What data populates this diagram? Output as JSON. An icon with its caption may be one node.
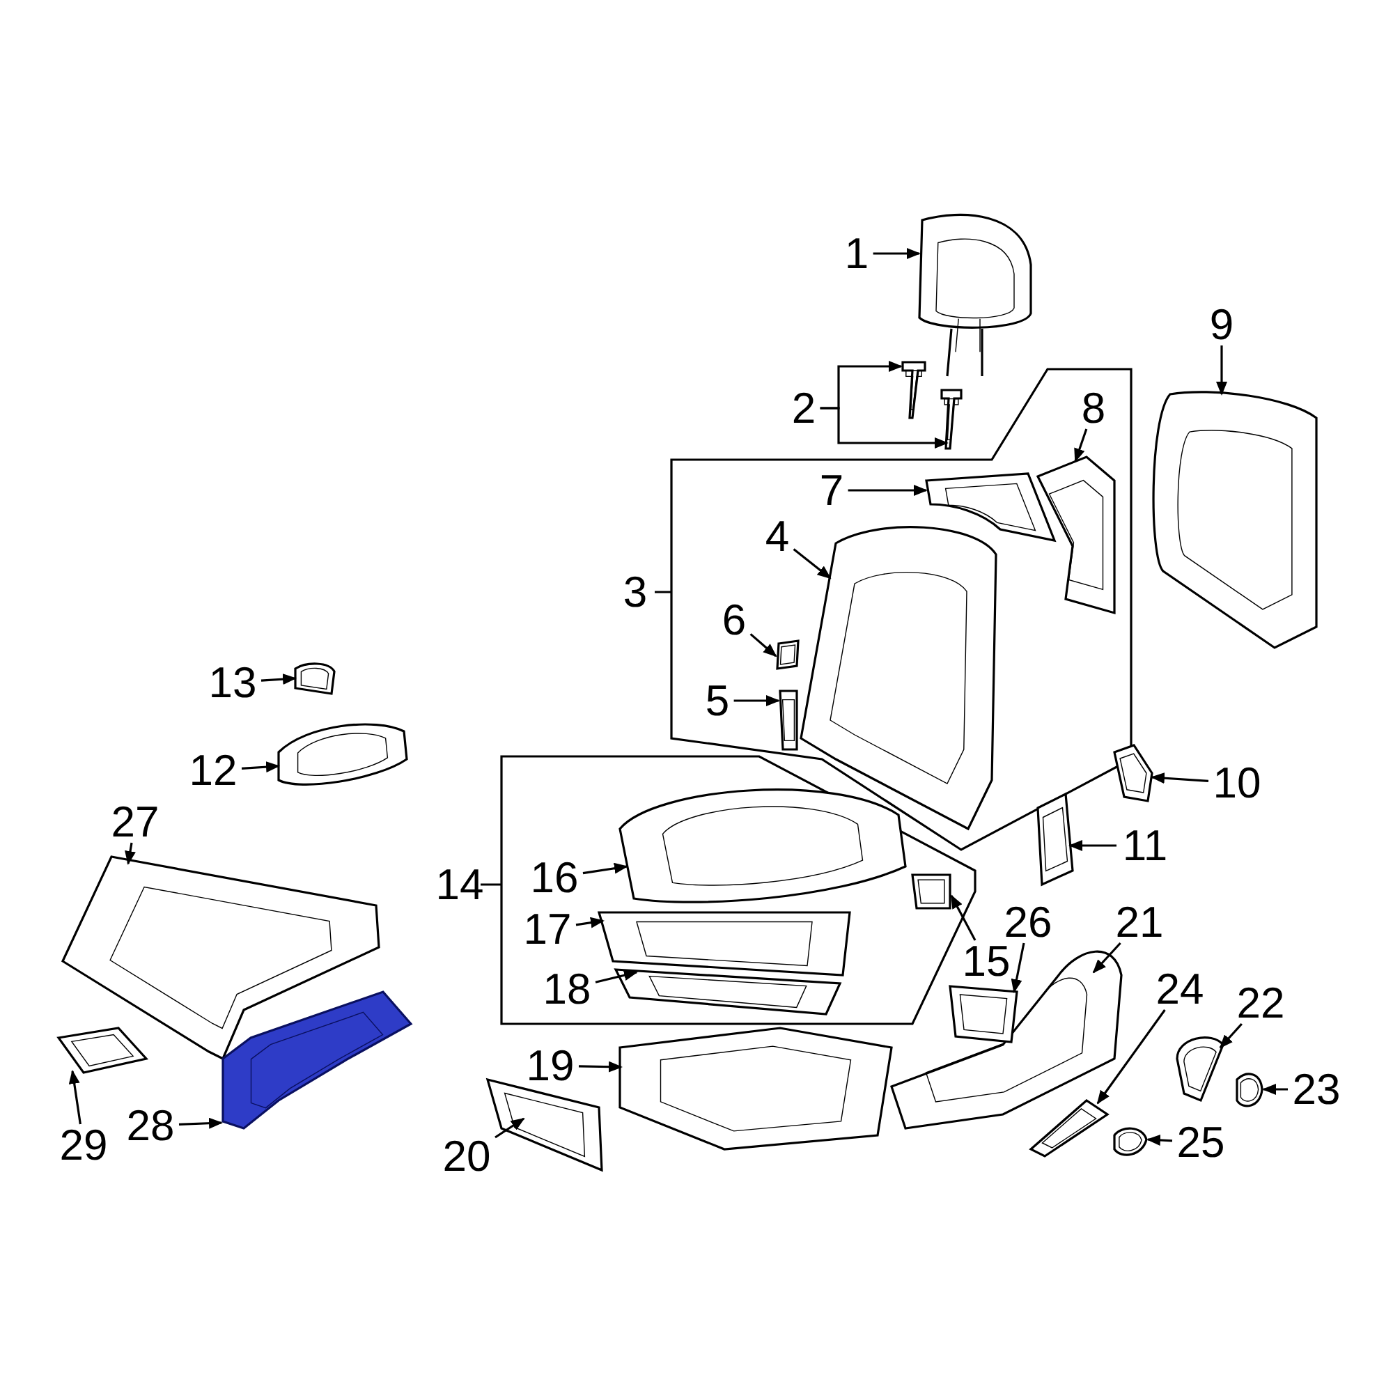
{
  "diagram": {
    "nodes": [
      {
        "text": [
          "1"
        ]
      },
      {
        "text": [
          "2"
        ]
      },
      {
        "text": [
          "3"
        ]
      },
      {
        "text": [
          "4"
        ]
      },
      {
        "text": [
          "5"
        ]
      },
      {
        "text": [
          "6"
        ]
      },
      {
        "text": [
          "7"
        ]
      },
      {
        "text": [
          "8"
        ]
      },
      {
        "text": [
          "9"
        ]
      },
      {
        "text": [
          "10"
        ]
      },
      {
        "text": [
          "11"
        ]
      },
      {
        "text": [
          "12"
        ]
      },
      {
        "text": [
          "13"
        ]
      },
      {
        "text": [
          "14"
        ]
      },
      {
        "text": [
          "15"
        ]
      },
      {
        "text": [
          "16"
        ]
      },
      {
        "text": [
          "17"
        ]
      },
      {
        "text": [
          "18"
        ]
      },
      {
        "text": [
          "19"
        ]
      },
      {
        "text": [
          "20"
        ]
      },
      {
        "text": [
          "21"
        ]
      },
      {
        "text": [
          "22"
        ]
      },
      {
        "text": [
          "23"
        ]
      },
      {
        "text": [
          "24"
        ]
      },
      {
        "text": [
          "25"
        ]
      },
      {
        "text": [
          "26"
        ]
      },
      {
        "text": [
          "27"
        ]
      },
      {
        "text": [
          "28"
        ]
      },
      {
        "text": [
          "29"
        ]
      },
      {
        "text": [],
        "shape": "picture"
      },
      {
        "text": [],
        "shape": "picture"
      },
      {
        "text": [],
        "shape": "picture"
      },
      {
        "text": [],
        "shape": "picture"
      },
      {
        "text": [],
        "shape": "picture"
      },
      {
        "text": [],
        "shape": "picture"
      },
      {
        "text": [],
        "shape": "picture"
      },
      {
        "text": [],
        "shape": "picture"
      },
      {
        "text": [],
        "shape": "picture"
      },
      {
        "text": [],
        "shape": "picture"
      },
      {
        "text": [],
        "shape": "picture"
      },
      {
        "text": [],
        "shape": "picture"
      },
      {
        "text": [],
        "shape": "picture"
      },
      {
        "text": [],
        "shape": "picture"
      },
      {
        "text": [],
        "shape": "picture"
      },
      {
        "text": [],
        "shape": "picture"
      },
      {
        "text": [],
        "shape": "picture"
      },
      {
        "text": [],
        "shape": "picture"
      },
      {
        "text": [],
        "shape": "picture"
      },
      {
        "text": [],
        "shape": "picture"
      },
      {
        "text": [],
        "shape": "picture"
      },
      {
        "text": [],
        "shape": "picture"
      },
      {
        "text": [],
        "shape": "picture"
      },
      {
        "text": [],
        "shape": "picture"
      },
      {
        "text": [],
        "shape": "picture"
      },
      {
        "text": [],
        "shape": "picture"
      },
      {
        "text": [],
        "shape": "picture"
      },
      {
        "text": [],
        "shape": "picture"
      }
    ],
    "edges": [
      {
        "from": 0,
        "to": 29,
        "arrow": "to"
      },
      {
        "from": 1,
        "to": 30,
        "arrow": "to"
      },
      {
        "from": 1,
        "to": 31,
        "arrow": "to"
      },
      {
        "from": 3,
        "to": 32,
        "arrow": "to"
      },
      {
        "from": 4,
        "to": 33,
        "arrow": "to"
      },
      {
        "from": 5,
        "to": 34,
        "arrow": "to"
      },
      {
        "from": 6,
        "to": 35,
        "arrow": "to"
      },
      {
        "from": 7,
        "to": 36,
        "arrow": "to"
      },
      {
        "from": 8,
        "to": 37,
        "arrow": "to"
      },
      {
        "from": 9,
        "to": 38,
        "arrow": "to"
      },
      {
        "from": 10,
        "to": 39,
        "arrow": "to"
      },
      {
        "from": 11,
        "to": 40,
        "arrow": "to"
      },
      {
        "from": 12,
        "to": 41,
        "arrow": "to"
      },
      {
        "from": 14,
        "to": 42,
        "arrow": "to"
      },
      {
        "from": 15,
        "to": 43,
        "arrow": "to"
      },
      {
        "from": 16,
        "to": 44,
        "arrow": "to"
      },
      {
        "from": 17,
        "to": 45,
        "arrow": "to"
      },
      {
        "from": 18,
        "to": 46,
        "arrow": "to"
      },
      {
        "from": 19,
        "to": 47,
        "arrow": "to"
      },
      {
        "from": 20,
        "to": 48,
        "arrow": "to"
      },
      {
        "from": 21,
        "to": 49,
        "arrow": "to"
      },
      {
        "from": 22,
        "to": 50,
        "arrow": "to"
      },
      {
        "from": 23,
        "to": 51,
        "arrow": "to"
      },
      {
        "from": 24,
        "to": 52,
        "arrow": "to"
      },
      {
        "from": 25,
        "to": 53,
        "arrow": "to"
      },
      {
        "from": 26,
        "to": 54,
        "arrow": "to"
      },
      {
        "from": 27,
        "to": 55,
        "arrow": "to"
      },
      {
        "from": 28,
        "to": 56,
        "arrow": "to"
      }
    ]
  }
}
